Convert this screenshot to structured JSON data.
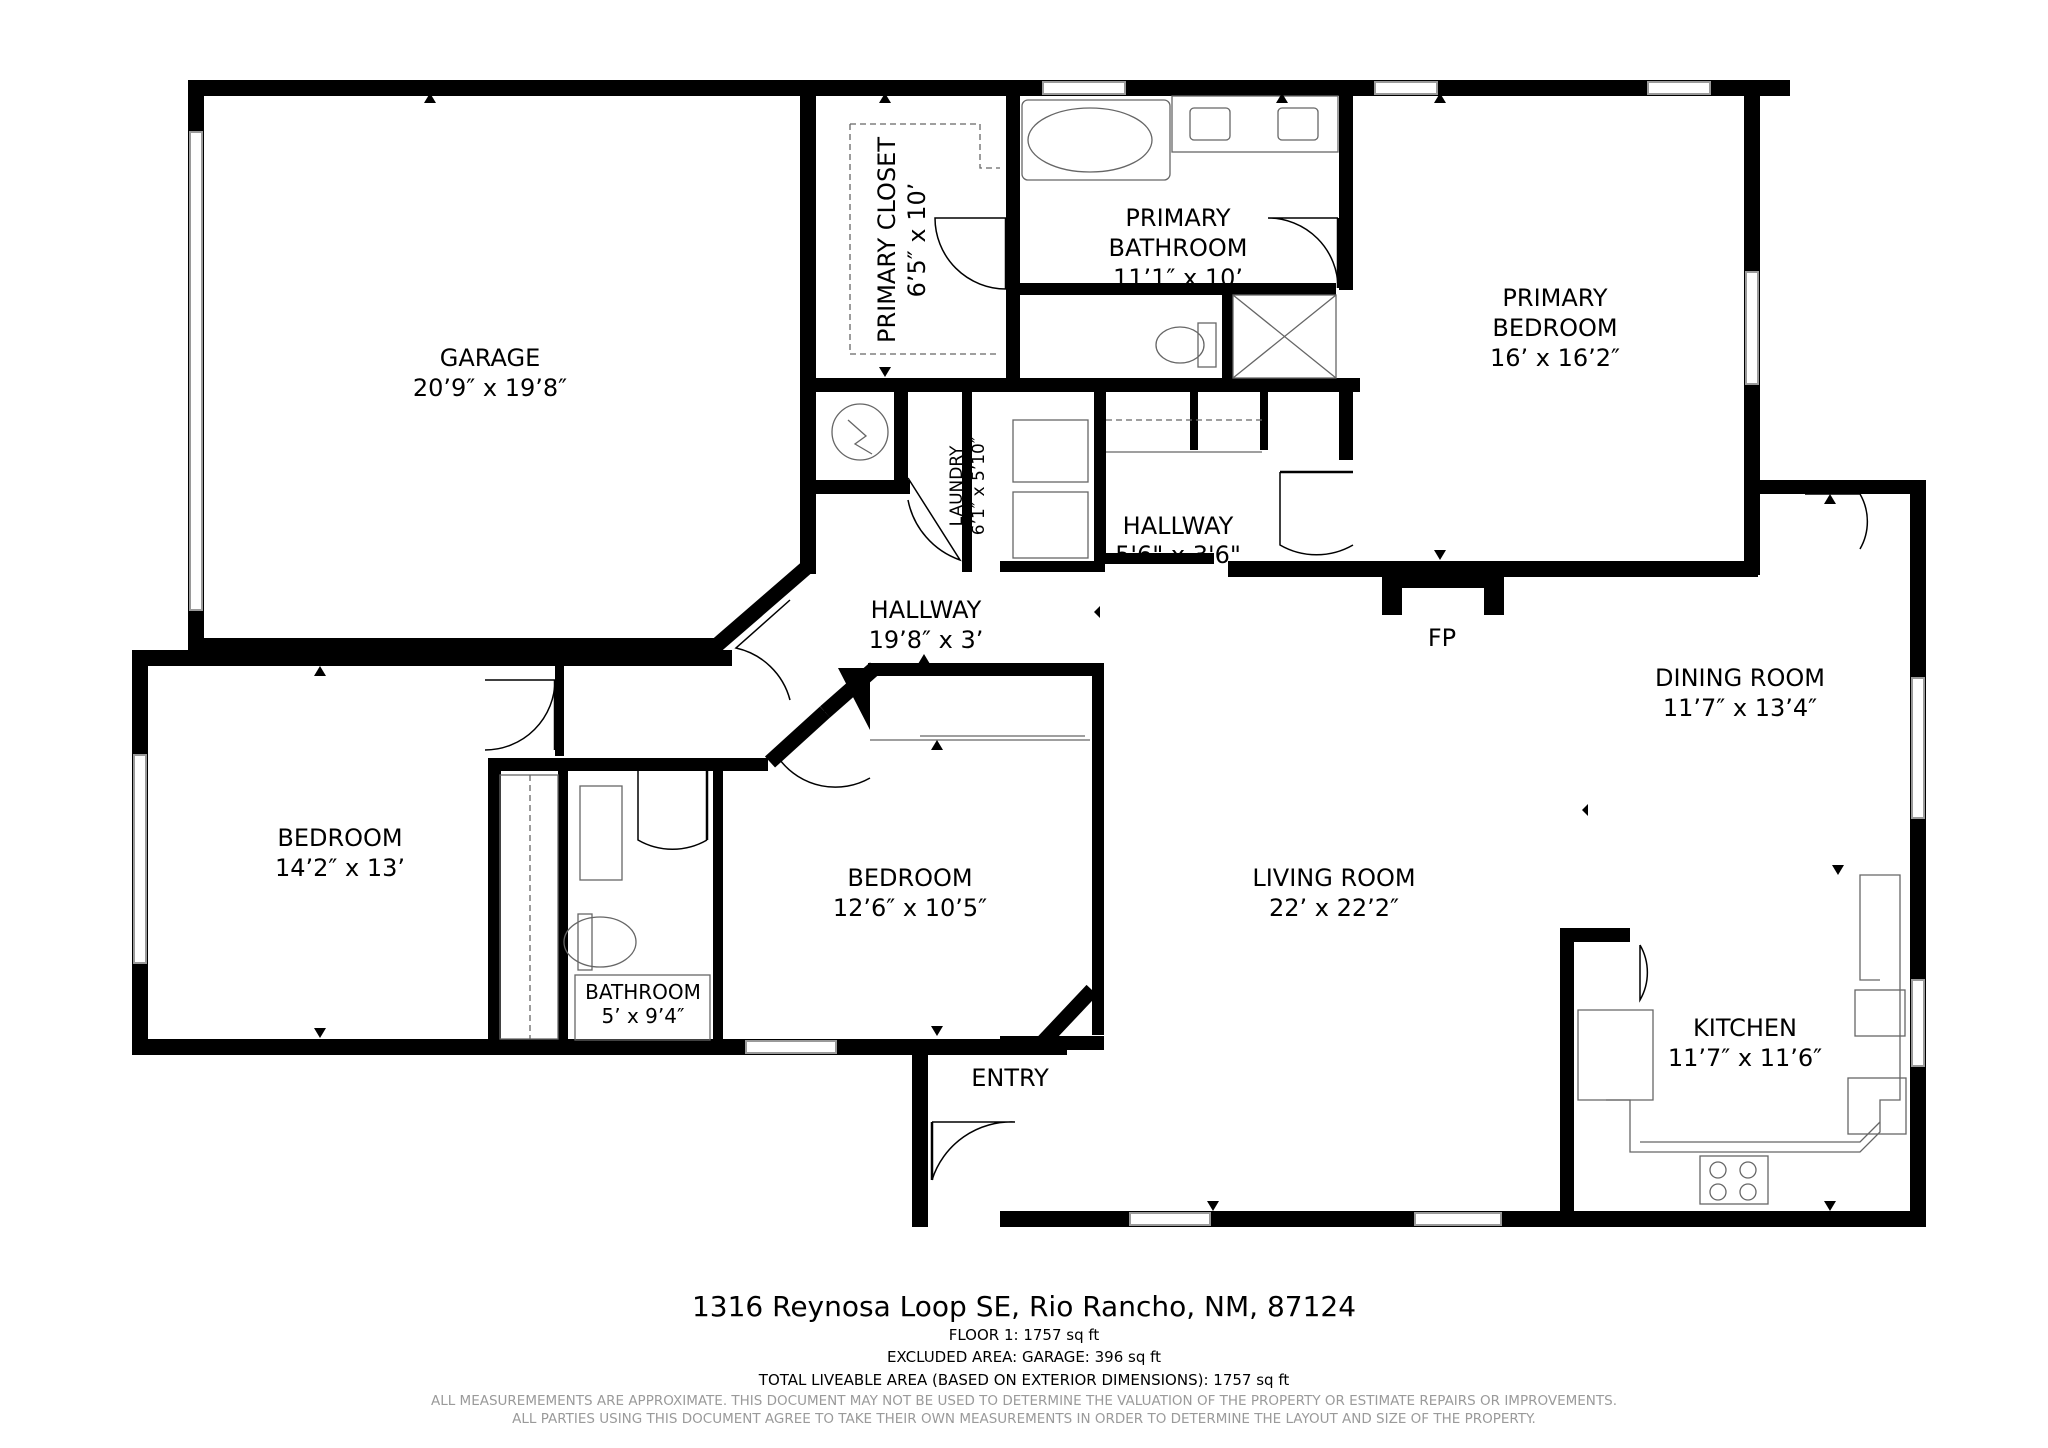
{
  "rooms": {
    "garage": {
      "name": "GARAGE",
      "dims": "20’9″ x 19’8″"
    },
    "primary_closet": {
      "name": "PRIMARY CLOSET",
      "dims": "6’5″ x 10’"
    },
    "primary_bathroom": {
      "name1": "PRIMARY",
      "name2": "BATHROOM",
      "dims": "11’1″ x 10’"
    },
    "primary_bedroom": {
      "name1": "PRIMARY",
      "name2": "BEDROOM",
      "dims": "16’ x 16’2″"
    },
    "laundry": {
      "name": "LAUNDRY",
      "dims": "6’1″ x 5’10″"
    },
    "hallway_small": {
      "name": "HALLWAY",
      "dims": "5'6\" x 3'6\""
    },
    "hallway_main": {
      "name": "HALLWAY",
      "dims": "19’8″ x 3’"
    },
    "fireplace": {
      "name": "FP"
    },
    "dining_room": {
      "name": "DINING ROOM",
      "dims": "11’7″ x 13’4″"
    },
    "bedroom_left": {
      "name": "BEDROOM",
      "dims": "14’2″ x 13’"
    },
    "bedroom_mid": {
      "name": "BEDROOM",
      "dims": "12’6″ x 10’5″"
    },
    "bathroom": {
      "name": "BATHROOM",
      "dims": "5’ x 9’4″"
    },
    "living_room": {
      "name": "LIVING ROOM",
      "dims": "22’ x 22’2″"
    },
    "kitchen": {
      "name": "KITCHEN",
      "dims": "11’7″ x 11’6″"
    },
    "entry": {
      "name": "ENTRY"
    }
  },
  "footer": {
    "address": "1316 Reynosa Loop SE, Rio Rancho, NM, 87124",
    "floor": "FLOOR 1: 1757 sq ft",
    "excluded": "EXCLUDED AREA: GARAGE: 396 sq ft",
    "total": "TOTAL LIVEABLE AREA (BASED ON EXTERIOR DIMENSIONS): 1757 sq ft",
    "disclaimer1": "ALL MEASUREMEMENTS ARE APPROXIMATE. THIS DOCUMENT MAY NOT BE USED TO DETERMINE THE VALUATION OF THE PROPERTY OR ESTIMATE REPAIRS OR IMPROVEMENTS.",
    "disclaimer2": "ALL PARTIES USING THIS DOCUMENT AGREE TO TAKE THEIR OWN MEASUREMENTS IN ORDER TO DETERMINE THE LAYOUT AND SIZE OF THE PROPERTY."
  },
  "colors": {
    "wall": "#000000",
    "window_stroke": "#9a9a9a",
    "fixture": "#888888",
    "disclaimer": "#9a9a9a"
  }
}
